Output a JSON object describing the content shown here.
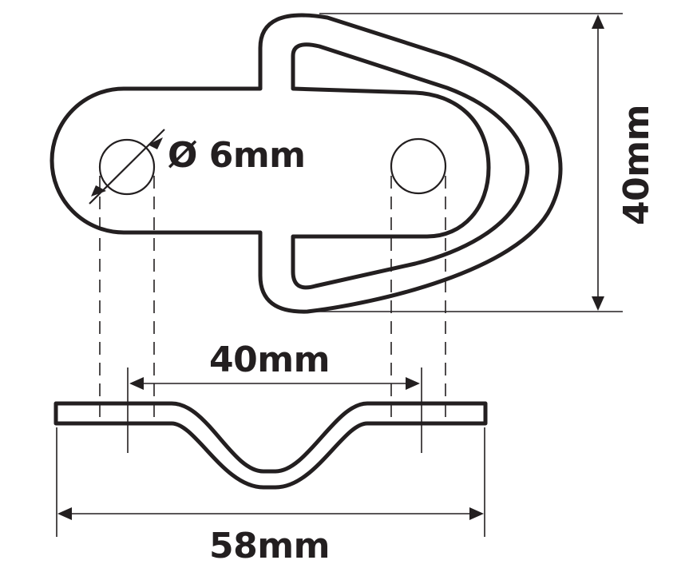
{
  "diagram": {
    "title": "Lashing ring / D-ring dimension drawing",
    "colors": {
      "line": "#231f20",
      "background": "#ffffff"
    },
    "dimensions": {
      "hole_diameter": "Ø 6mm",
      "height": "40mm",
      "hole_spacing": "40mm",
      "overall_length": "58mm"
    },
    "views": [
      {
        "name": "top-view",
        "description": "Plate with two 6mm holes and a triangular D-ring loop"
      },
      {
        "name": "side-view",
        "description": "Side profile of plate with V-shaped bend"
      }
    ]
  }
}
